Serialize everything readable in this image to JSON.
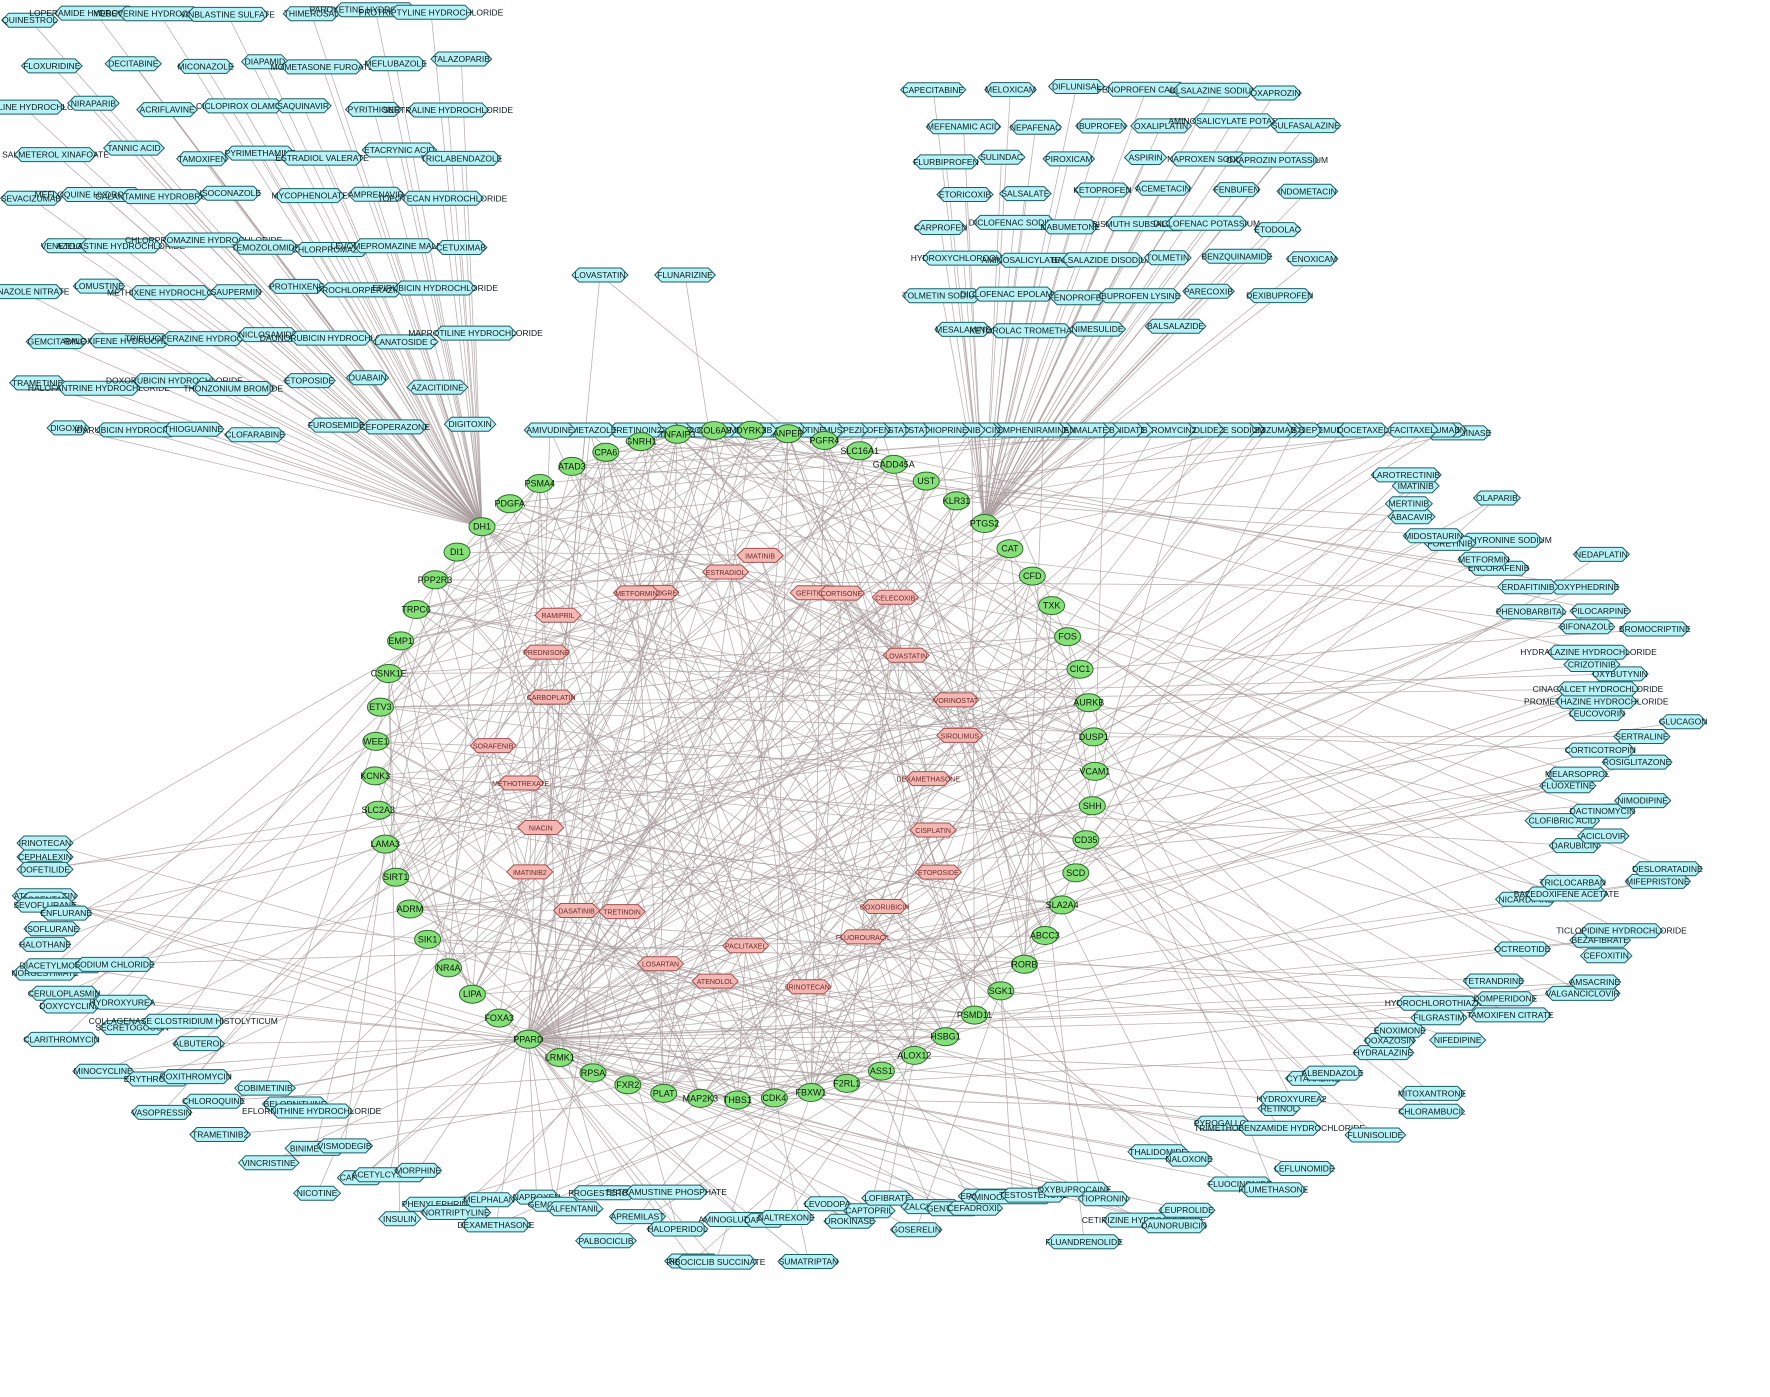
{
  "colors": {
    "gene_fill": "#86e07a",
    "drug_fill": "#b6f1f5",
    "hub_fill": "#f4b8b4",
    "edge": "#a89a9a"
  },
  "legend_shapes": {
    "gene": "ellipse",
    "drug": "hexagon",
    "hub": "hexagon"
  },
  "genes": [
    "DH1",
    "PDGFA",
    "PSMA4",
    "ATAD3",
    "CPA6",
    "GNRH1",
    "TNFAIP3",
    "COL6A3",
    "DYRK3",
    "ANPEP",
    "PGFR4",
    "SLC16A1",
    "GADD45A",
    "UST",
    "KLR31",
    "PTGS2",
    "CAT",
    "CFD",
    "TXK",
    "FOS",
    "CIC1",
    "AURKB",
    "DUSP1",
    "VCAM1",
    "SHH",
    "CD35",
    "SCD",
    "SLA2A4",
    "ABCC3",
    "RORB",
    "SGK1",
    "PSMD11",
    "HSBG1",
    "ALOX12",
    "ASS1",
    "F2RL1",
    "FBXW1",
    "CDK4",
    "THBS1",
    "MAP2K3",
    "PLAT",
    "FXR2",
    "RPSA",
    "LRMK1",
    "PPARD",
    "FOXA3",
    "LIPA",
    "NR4A",
    "SIK1",
    "ADRM",
    "SIRT1",
    "LAMA3",
    "SLC2A3",
    "KCNK3",
    "WEE1",
    "ETV3",
    "CSNK1E",
    "EMP1",
    "TRPC6",
    "PPP2R3",
    "DI1"
  ],
  "hubs": [
    "CLOPIDOGREL",
    "ESTRADIOL",
    "IMATINIB",
    "GEFITINIB",
    "CORTISONE",
    "CELECOXIB",
    "LOVASTATIN",
    "VORINOSTAT",
    "SIROLIMUS",
    "DEXAMETHASONE",
    "CISPLATIN",
    "ETOPOSIDE",
    "DOXORUBICIN",
    "FLUOROURACIL",
    "IRINOTECAN",
    "PACLITAXEL",
    "ATENOLOL",
    "LOSARTAN",
    "TRETINOIN",
    "DASATINIB",
    "IMATINIB2",
    "NIACIN",
    "METHOTREXATE",
    "SORAFENIB",
    "CARBOPLATIN",
    "PREDNISONE",
    "RAMIPRIL",
    "METFORMIN"
  ],
  "drugs": [
    "QUINESTROL",
    "LOPERAMIDE HYDROCHLORIDE",
    "MEBEVERINE HYDROCHLORIDE",
    "VINBLASTINE SULFATE",
    "THIMEROSAL",
    "PAROXETINE HYDROCHLORIDE",
    "PROTRIPTYLINE HYDROCHLORIDE",
    "FLOXURIDINE",
    "DECITABINE",
    "MICONAZOLE",
    "DIAPAMID",
    "MOMETASONE FUROATE",
    "MEFLUBAZOLE",
    "TALAZOPARIB",
    "AMITRIPTYLINE HYDROCHLORIDE",
    "NIRAPARIB",
    "ACRIFLAVINE",
    "CICLOPIROX OLAMINE",
    "SAQUINAVIR",
    "PYRITHIONE",
    "SERTRALINE HYDROCHLORIDE",
    "SALMETEROL XINAFOATE",
    "TANNIC ACID",
    "TAMOXIFEN",
    "PYRIMETHAMINE",
    "ESTRADIOL VALERATE",
    "ETACRYNIC ACID",
    "TRICLABENDAZOLE",
    "SEVACIZUMAB",
    "MEFLOQUINE HYDROCHLORIDE",
    "GALANTAMINE HYDROBROMIDE",
    "ISOCONAZOLE",
    "MYCOPHENOLATE",
    "AMPRENAVIR",
    "TOPOTECAN HYDROCHLORIDE",
    "VENETOCLAX",
    "AZELASTINE HYDROCHLORIDE",
    "CHLORPROMAZINE HYDROCHLORIDE",
    "TEMOZOLOMIDE",
    "CHLORPROMAZINE",
    "LEVOMEPROMAZINE MALEATE",
    "CETUXIMAB",
    "MICONAZOLE NITRATE",
    "LOMUSTINE",
    "METHIXENE HYDROCHLORIDE",
    "SAUPERMIN",
    "PROTHIXENE",
    "PROCHLORPERAZINE",
    "EPIRUBICIN HYDROCHLORIDE",
    "GEMCITABINE",
    "RALOXIFENE HYDROCHLORIDE",
    "TRIFLUOPERAZINE HYDROCHLORIDE",
    "NICLOSAMIDE",
    "DAUNORUBICIN HYDROCHLORIDE",
    "LANATOSIDE C",
    "MAPROTILINE HYDROCHLORIDE",
    "TRAMETINIB",
    "HALOFANTRINE HYDROCHLORIDE",
    "DOXORUBICIN HYDROCHLORIDE",
    "THONZONIUM BROMIDE",
    "ETOPOSIDE",
    "OUABAIN",
    "AZACITIDINE",
    "DIGOXIN",
    "IDARUBICIN HYDROCHLORIDE",
    "THIOGUANINE",
    "CLOFARABINE",
    "FUROSEMIDE",
    "CEFOPERAZONE",
    "DIGITOXIN",
    "IRINOTECAN",
    "CEPHALEXIN",
    "RILUZOLE",
    "DOFETILIDE",
    "ATORVASTATIN",
    "BOSENTAN",
    "SEVOFLURANE",
    "ENFLURANE",
    "ISOFLURANE",
    "HALOTHANE",
    "NORGESTIMATE",
    "DIACETYLMORPHINE",
    "SODIUM CHLORIDE",
    "CERULOPLASMIN",
    "DOXYCYCLINE",
    "HYDROXYUREA",
    "CLARITHROMYCIN",
    "SECRETOGOGON",
    "COLLAGENASE CLOSTRIDIUM HISTOLYTICUM",
    "MINOCYCLINE",
    "ALBUTEROL",
    "ERYTHROMYCIN",
    "ROXITHROMYCIN",
    "VASOPRESSIN",
    "CHLOROQUINE",
    "COBIMETINIB",
    "TRAMETINIB2",
    "BELORNITHINE",
    "EFLORNITHINE HYDROCHLORIDE",
    "VINCRISTINE",
    "BINIMETINIB",
    "VISMODEGIB",
    "NICOTINE",
    "CAFFEINE",
    "ACETYLCYSTEINE",
    "MORPHINE",
    "INSULIN",
    "PHENYLEPHRINE",
    "NORTRIPTYLINE",
    "MELPHALAN",
    "DEXAMETHASONE",
    "NAPROXEN",
    "GEMCABENE",
    "ALFENTANIL",
    "PROGESTERONE",
    "PALBOCICLIB",
    "APREMILAST",
    "ESTRAMUSTINE PHOSPHATE",
    "HALOPERIDOL",
    "RIBOCICLIB",
    "RIBOCICLIB SUCCINATE",
    "AMINOGLUTETHIMIDE",
    "DAPSONE",
    "NALTREXONE",
    "SUMATRIPTAN",
    "LEVODOPA",
    "UROKINASE",
    "CAPTOPRIL",
    "LOFIBRATE",
    "GOSERELIN",
    "ZALCITABINE",
    "GENTAMICIN",
    "CEFADROXIL",
    "EPOETIN BETA",
    "AMINOCAPROIC ACID",
    "TESTOSTERONE",
    "FLUANDRENOLIDE",
    "OXYBUPROCAINE",
    "TIOPRONIN",
    "CETIRIZINE HYDROCHLORIDE",
    "DAUNORUBICIN",
    "LEUPROLIDE",
    "THALIDOMIDE",
    "NALOXONE",
    "FLUOCINONIDE",
    "FLUMETHASONE",
    "PYROGALLOL",
    "LEFLUNOMIDE",
    "TRIMETHOBENZAMIDE HYDROCHLORIDE",
    "RETINOL",
    "HYDROXYUREA2",
    "FLUNISOLIDE",
    "CYTARABINE",
    "ALBENDAZOLE",
    "CHLORAMBUCIL",
    "MITOXANTRONE",
    "HYDRALAZINE",
    "DOXAZOSIN",
    "ENOXIMONE",
    "NIFEDIPINE",
    "FILGRASTIM",
    "HYDROCHLOROTHIAZIDE",
    "TAMOXIFEN CITRATE",
    "DOMPERIDONE",
    "TETRANDRINE",
    "VALGANCICLOVIR",
    "AMSACRINE",
    "OCTREOTIDE",
    "CEFOXITIN",
    "BEZAFIBRATE",
    "TICLOPIDINE HYDROCHLORIDE",
    "NICARDIPINE",
    "BAZEDOXIFENE ACETATE",
    "TRICLOCARBAN",
    "MIFEPRISTONE",
    "DESLORATADINE",
    "DARUBICIN",
    "ACICLOVIR",
    "CLOFIBRIC ACID",
    "DACTINOMYCIN",
    "NIMODIPINE",
    "FLUOXETINE",
    "MELARSOPROL",
    "ROSIGLITAZONE",
    "CORTICOTROPIN",
    "SERTRALINE",
    "GLUCAGON",
    "LEUCOVORIN",
    "PROMETHAZINE HYDROCHLORIDE",
    "CINACALCET HYDROCHLORIDE",
    "OXYBUTYNIN",
    "CRIZOTINIB",
    "HYDRALAZINE HYDROCHLORIDE",
    "BROMOCRIPTINE",
    "BIFONAZOLE",
    "PILOCARPINE",
    "PHENOBARBITAL",
    "DIOXYPHEDRINE",
    "ERDAFITINIB",
    "NEDAPLATIN",
    "ENCORAFENIB",
    "METFORMIN",
    "LIOTHYRONINE SODIUM",
    "FORETINIB",
    "MIDOSTAURIN",
    "OLAPARIB",
    "ABACAVIR",
    "MERTINIB",
    "IMATINIB",
    "LAROTRECTINIB",
    "ASPARAGINASE",
    "THROMBIN",
    "USTEKINUMAB",
    "FACITAXEL",
    "VEMURAFENIB",
    "DOCETAXEL",
    "ETANERCEPT",
    "AMPHOTERICIN B",
    "CEFACLOR",
    "PONATINIB",
    "PONATINUMAB",
    "PEMBROLIZUMAB",
    "CETUXIMAB2",
    "RABEPRAZOLE SODIUM",
    "LEUPROLIDE2",
    "CLARITHROMYCIN2",
    "AXITINIB",
    "FLUVOXAMINE",
    "METHYLPHENIDATE",
    "SUNITINIB",
    "SUNITINIB MALATE",
    "DESCAPLERAN",
    "BROMPHENIRAMINE",
    "CEFRADINE",
    "TOBRAMYCIN",
    "LAPATINIB",
    "AZATHIOPRINE",
    "EPALRESTAT",
    "VORINOSTAT",
    "BACLOFEN",
    "DONEPEZIL",
    "SIROLIMUS",
    "PAROXETINE",
    "SIMVASTATIN",
    "IBRUTINIB",
    "BOSUTINIB",
    "CITALOPRAM",
    "GEMFIBROZIL",
    "ACALABRUTINIB",
    "CEFAMANDOLE",
    "TRETINOIN2",
    "RITONAVIR",
    "CEFMETAZOLE",
    "AMIVUDINE",
    "CAPECITABINE",
    "MELOXICAM",
    "DIFLUNISAL",
    "FENOPROFEN CALCIUM",
    "OLSALAZINE SODIUM",
    "OXAPROZIN",
    "MEFENAMIC ACID",
    "NEPAFENAC",
    "IBUPROFEN",
    "OXALIPLATIN",
    "AMINOSALICYLATE POTASSIUM",
    "SULFASALAZINE",
    "FLURBIPROFEN",
    "SULINDAC",
    "PIROXICAM",
    "ASPIRIN",
    "NAPROXEN SODIUM",
    "OXAPROZIN POTASSIUM",
    "ETORICOXIB",
    "SALSALATE",
    "KETOPROFEN",
    "ACEMETACIN",
    "FENBUFEN",
    "INDOMETACIN",
    "CARPROFEN",
    "DICLOFENAC SODIUM",
    "NABUMETONE",
    "BISMUTH SUBSALICYLATE",
    "DICLOFENAC POTASSIUM",
    "ETODOLAC",
    "HYDROXYCHLOROQUINE",
    "AMINOSALICYLATE SODIUM",
    "BALSALAZIDE DISODIUM",
    "TOLMETIN",
    "BENZQUINAMIDE",
    "LENOXICAM",
    "TOLMETIN SODIUM",
    "DICLOFENAC EPOLAMINE",
    "FENOPROFEN",
    "IBUPROFEN LYSINE",
    "PARECOXIB",
    "DEXIBUPROFEN",
    "MESALAMINE",
    "KETOROLAC TROMETHAMINE",
    "NIMESULIDE",
    "BALSALAZIDE",
    "LOVASTATIN",
    "FLUNARIZINE"
  ]
}
